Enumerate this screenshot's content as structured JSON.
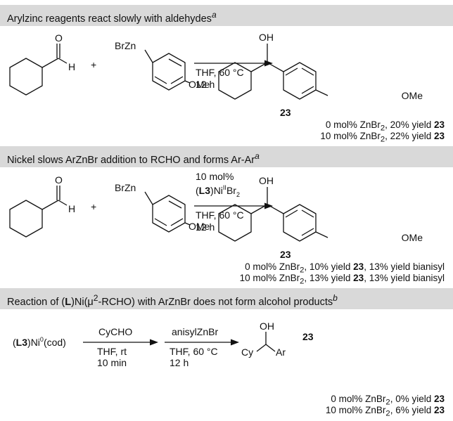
{
  "panels": [
    {
      "title": "Arylzinc reagents react slowly with aldehydes",
      "title_sup": "a",
      "aldehyde_O": "O",
      "aldehyde_H": "H",
      "plus": "+",
      "reagent_BrZn": "BrZn",
      "reagent_OMe": "OMe",
      "conditions": [
        "THF, 60 °C",
        "12 h"
      ],
      "product_OH": "OH",
      "product_OMe": "OMe",
      "product_label": "23",
      "results": [
        {
          "zn": "0 mol% ZnBr",
          "yield": ", 20% yield ",
          "prod": "23",
          "extra": ""
        },
        {
          "zn": "10 mol% ZnBr",
          "yield": ", 22% yield ",
          "prod": "23",
          "extra": ""
        }
      ]
    },
    {
      "title": "Nickel slows ArZnBr addition to RCHO and forms Ar-Ar",
      "title_sup": "a",
      "aldehyde_O": "O",
      "aldehyde_H": "H",
      "plus": "+",
      "reagent_BrZn": "BrZn",
      "reagent_OMe": "OMe",
      "catalyst_line1": "10 mol%",
      "catalyst_ligand": "L3",
      "catalyst_ni": "Ni",
      "catalyst_ox": "II",
      "catalyst_br": "Br",
      "conditions": [
        "THF, 60 °C",
        "12 h"
      ],
      "product_OH": "OH",
      "product_OMe": "OMe",
      "product_label": "23",
      "results": [
        {
          "zn": "0 mol% ZnBr",
          "yield": ", 10% yield ",
          "prod": "23",
          "extra": ", 13% yield bianisyl"
        },
        {
          "zn": "10 mol% ZnBr",
          "yield": ", 13% yield ",
          "prod": "23",
          "extra": ", 13% yield bianisyl"
        }
      ]
    },
    {
      "title_pre": "Reaction of (",
      "title_L": "L",
      "title_mid": ")Ni(μ",
      "title_sup2": "2",
      "title_post": "-RCHO) with ArZnBr does not form alcohol products",
      "title_sup": "b",
      "start_ligand": "L3",
      "start_ni": "Ni",
      "start_ox": "0",
      "start_cod": "(cod)",
      "step1_reagent": "CyCHO",
      "step1_conditions": [
        "THF, rt",
        "10 min"
      ],
      "step2_reagent": "anisylZnBr",
      "step2_conditions": [
        "THF, 60 °C",
        "12 h"
      ],
      "product_OH": "OH",
      "product_Cy": "Cy",
      "product_Ar": "Ar",
      "product_label": "23",
      "results": [
        {
          "zn": "0 mol% ZnBr",
          "yield": ", 0% yield ",
          "prod": "23",
          "extra": ""
        },
        {
          "zn": "10 mol% ZnBr",
          "yield": ", 6% yield ",
          "prod": "23",
          "extra": ""
        }
      ]
    }
  ],
  "subscript_two": "2"
}
